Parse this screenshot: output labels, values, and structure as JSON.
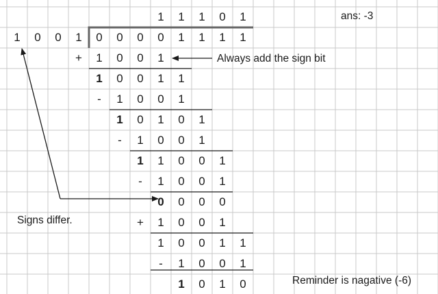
{
  "quotient": [
    "1",
    "1",
    "1",
    "0",
    "1"
  ],
  "answer": "ans: -3",
  "divisor": [
    "1",
    "0",
    "0",
    "1"
  ],
  "dividend": [
    "0",
    "0",
    "0",
    "0",
    "1",
    "1",
    "1",
    "1"
  ],
  "steps": [
    {
      "op": "+",
      "bits": [
        "1",
        "0",
        "0",
        "1"
      ]
    },
    {
      "op": "",
      "bits": [
        "1",
        "0",
        "0",
        "1",
        "1"
      ]
    },
    {
      "op": "-",
      "bits": [
        "1",
        "0",
        "0",
        "1"
      ]
    },
    {
      "op": "",
      "bits": [
        "1",
        "0",
        "1",
        "0",
        "1"
      ]
    },
    {
      "op": "-",
      "bits": [
        "1",
        "0",
        "0",
        "1"
      ]
    },
    {
      "op": "",
      "bits": [
        "1",
        "1",
        "0",
        "0",
        "1"
      ]
    },
    {
      "op": "-",
      "bits": [
        "1",
        "0",
        "0",
        "1"
      ]
    },
    {
      "op": "",
      "bits": [
        "0",
        "0",
        "0",
        "0"
      ]
    },
    {
      "op": "+",
      "bits": [
        "1",
        "0",
        "0",
        "1"
      ]
    },
    {
      "op": "",
      "bits": [
        "1",
        "0",
        "0",
        "1",
        "1"
      ]
    },
    {
      "op": "-",
      "bits": [
        "1",
        "0",
        "0",
        "1"
      ]
    },
    {
      "op": "",
      "bits": [
        "1",
        "0",
        "1",
        "0"
      ]
    }
  ],
  "notes": {
    "sign_bit": "Always add the sign bit",
    "signs_differ": "Signs differ.",
    "remainder": "Reminder is nagative (-6)"
  },
  "colors": {
    "grid": "#c8c8c8",
    "ink": "#1a1a1a",
    "bracket": "#666666"
  }
}
